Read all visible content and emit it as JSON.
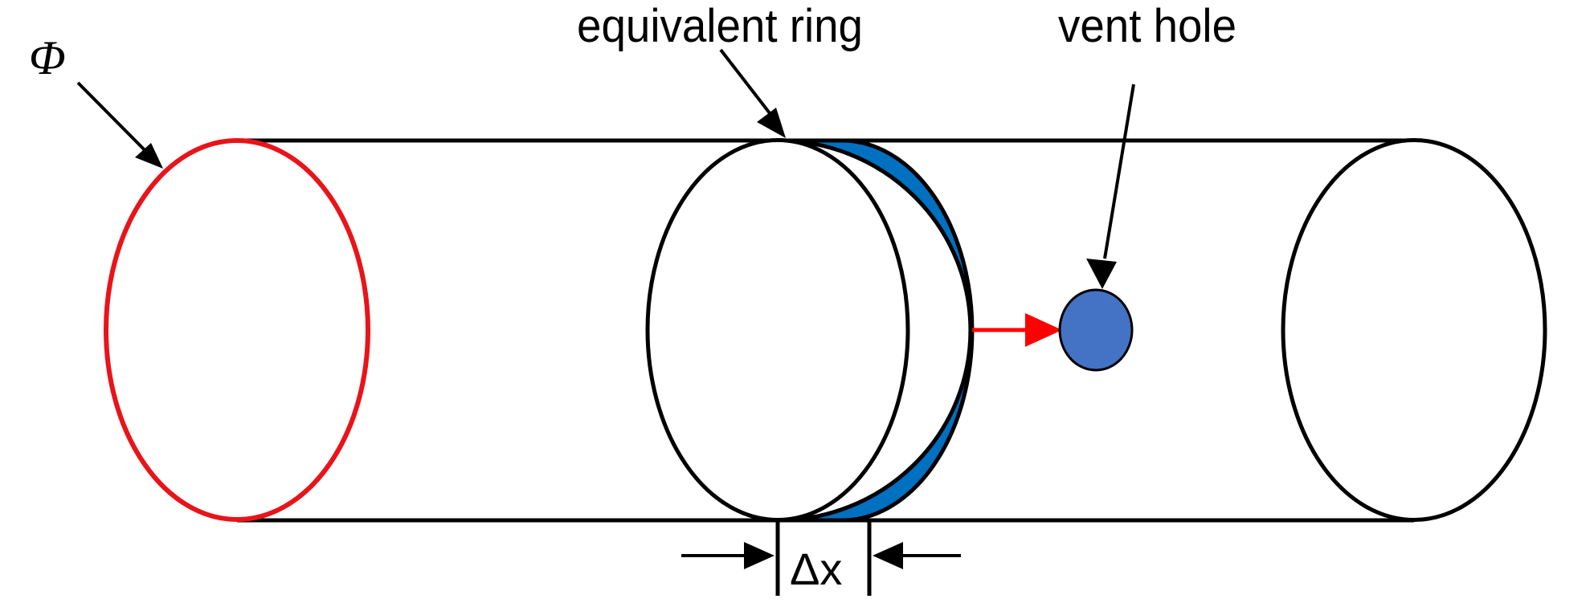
{
  "labels": {
    "phi_symbol": "Φ",
    "equivalent_ring": "equivalent ring",
    "vent_hole": "vent hole",
    "delta_x": "Δx"
  },
  "colors": {
    "outline": "#000000",
    "inlet_boundary": "#e8141a",
    "ring_fill": "#0070c0",
    "vent_hole_fill": "#4472c4",
    "flow_arrow": "#ff0000"
  }
}
